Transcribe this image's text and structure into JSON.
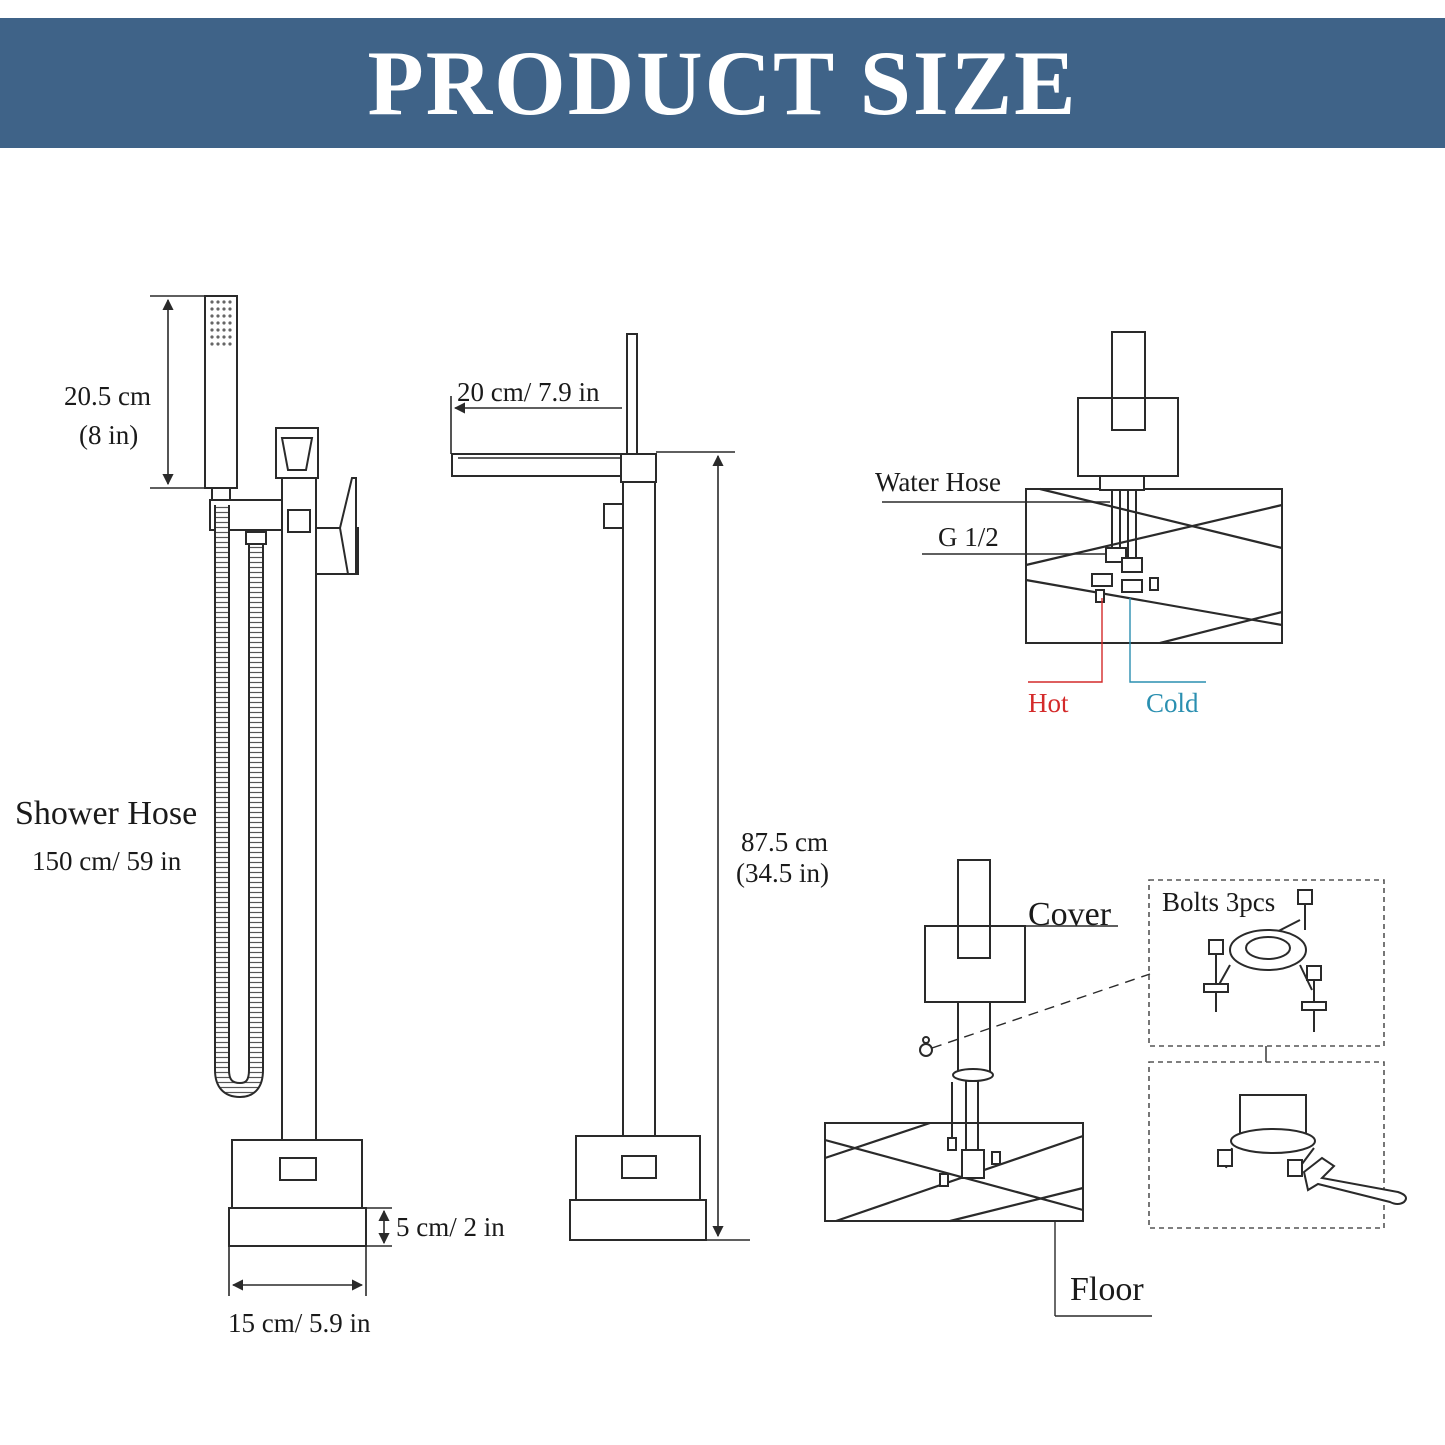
{
  "banner": {
    "title": "PRODUCT SIZE"
  },
  "labels": {
    "handshower_length_cm": "20.5 cm",
    "handshower_length_in": "(8 in)",
    "shower_hose_title": "Shower Hose",
    "shower_hose_length": "150 cm/ 59 in",
    "spout_reach": "20 cm/ 7.9 in",
    "total_height_cm": "87.5 cm",
    "total_height_in": "(34.5 in)",
    "base_height": "5 cm/ 2 in",
    "base_width": "15 cm/ 5.9 in",
    "water_hose": "Water Hose",
    "thread": "G 1/2",
    "hot": "Hot",
    "cold": "Cold",
    "cover": "Cover",
    "bolts": "Bolts 3pcs",
    "floor": "Floor"
  },
  "colors": {
    "banner": "#3f6388",
    "hot": "#d42a2a",
    "cold": "#2a8fb0",
    "line": "#2a2a2a"
  }
}
